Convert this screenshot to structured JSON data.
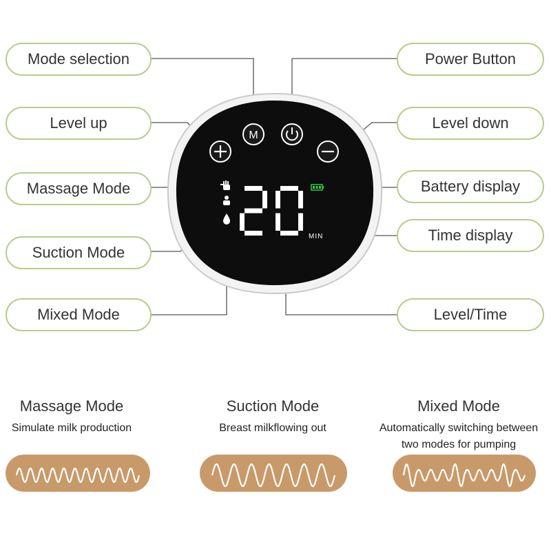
{
  "labels": {
    "mode_selection": "Mode selection",
    "level_up": "Level up",
    "massage_mode": "Massage Mode",
    "suction_mode": "Suction Mode",
    "mixed_mode": "Mixed Mode",
    "power_button": "Power Button",
    "level_down": "Level down",
    "battery_display": "Battery display",
    "time_display": "Time display",
    "level_time": "Level/Time"
  },
  "display": {
    "time_value": "20",
    "unit": "MIN",
    "button_m": "M"
  },
  "modes": [
    {
      "title": "Massage Mode",
      "desc_lines": [
        "Simulate milk production"
      ]
    },
    {
      "title": "Suction Mode",
      "desc_lines": [
        "Breast milkflowing out"
      ]
    },
    {
      "title": "Mixed Mode",
      "desc_lines": [
        "Automatically switching between",
        "two modes for pumping"
      ]
    }
  ],
  "colors": {
    "pill_border": "#b8cc8c",
    "wave_fill": "#c89a6a",
    "wave_line": "#ffffff",
    "battery_green": "#2ecc4a"
  }
}
